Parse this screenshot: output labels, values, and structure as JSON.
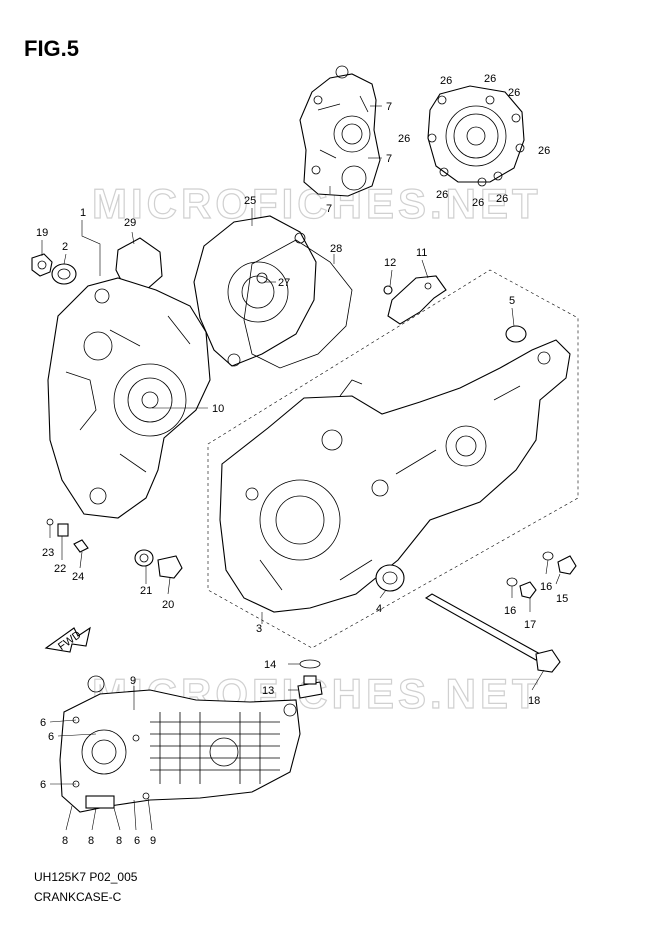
{
  "figure": {
    "title": "FIG.5",
    "code": "UH125K7 P02_005",
    "name": "CRANKCASE-C",
    "watermark": "MICROFICHES.NET",
    "direction_label": "FWD"
  },
  "callouts": [
    {
      "id": "c-1",
      "label": "1"
    },
    {
      "id": "c-2",
      "label": "2"
    },
    {
      "id": "c-3",
      "label": "3"
    },
    {
      "id": "c-4",
      "label": "4"
    },
    {
      "id": "c-5",
      "label": "5"
    },
    {
      "id": "c-6a",
      "label": "6"
    },
    {
      "id": "c-6b",
      "label": "6"
    },
    {
      "id": "c-6c",
      "label": "6"
    },
    {
      "id": "c-6d",
      "label": "6"
    },
    {
      "id": "c-7a",
      "label": "7"
    },
    {
      "id": "c-7b",
      "label": "7"
    },
    {
      "id": "c-7c",
      "label": "7"
    },
    {
      "id": "c-8a",
      "label": "8"
    },
    {
      "id": "c-8b",
      "label": "8"
    },
    {
      "id": "c-8c",
      "label": "8"
    },
    {
      "id": "c-9a",
      "label": "9"
    },
    {
      "id": "c-9b",
      "label": "9"
    },
    {
      "id": "c-10",
      "label": "10"
    },
    {
      "id": "c-11",
      "label": "11"
    },
    {
      "id": "c-12",
      "label": "12"
    },
    {
      "id": "c-13",
      "label": "13"
    },
    {
      "id": "c-14",
      "label": "14"
    },
    {
      "id": "c-15",
      "label": "15"
    },
    {
      "id": "c-16a",
      "label": "16"
    },
    {
      "id": "c-16b",
      "label": "16"
    },
    {
      "id": "c-17",
      "label": "17"
    },
    {
      "id": "c-18",
      "label": "18"
    },
    {
      "id": "c-19",
      "label": "19"
    },
    {
      "id": "c-20",
      "label": "20"
    },
    {
      "id": "c-21",
      "label": "21"
    },
    {
      "id": "c-22",
      "label": "22"
    },
    {
      "id": "c-23",
      "label": "23"
    },
    {
      "id": "c-24",
      "label": "24"
    },
    {
      "id": "c-25",
      "label": "25"
    },
    {
      "id": "c-26a",
      "label": "26"
    },
    {
      "id": "c-26b",
      "label": "26"
    },
    {
      "id": "c-26c",
      "label": "26"
    },
    {
      "id": "c-26d",
      "label": "26"
    },
    {
      "id": "c-26e",
      "label": "26"
    },
    {
      "id": "c-26f",
      "label": "26"
    },
    {
      "id": "c-26g",
      "label": "26"
    },
    {
      "id": "c-26h",
      "label": "26"
    },
    {
      "id": "c-27",
      "label": "27"
    },
    {
      "id": "c-28",
      "label": "28"
    },
    {
      "id": "c-29",
      "label": "29"
    }
  ]
}
